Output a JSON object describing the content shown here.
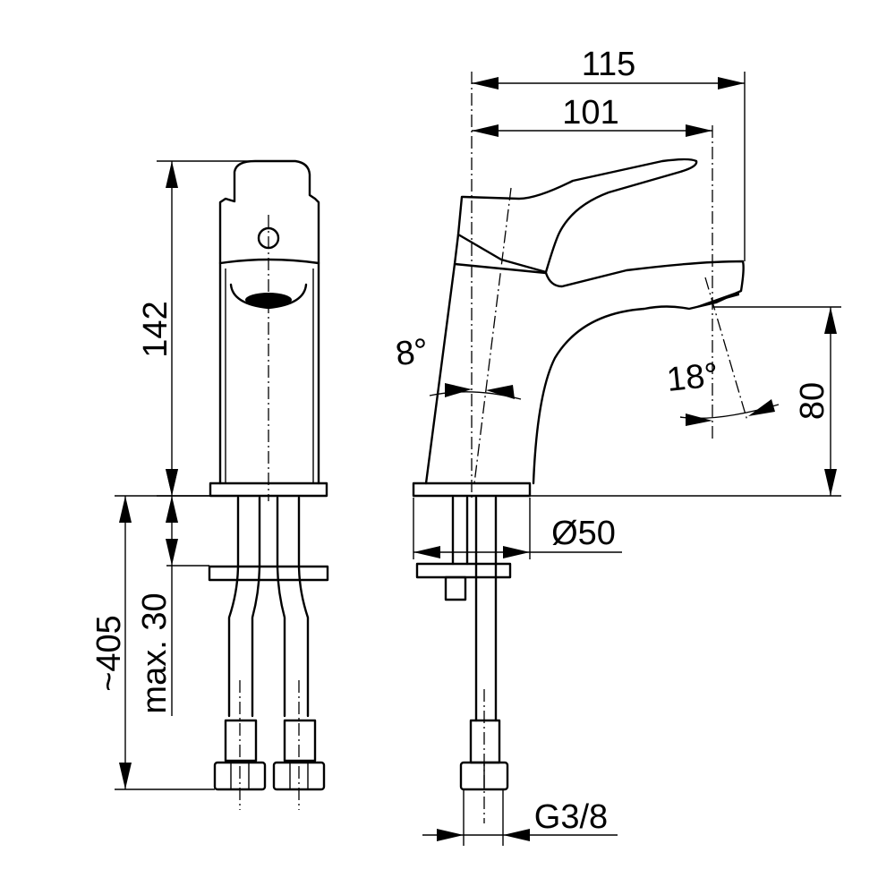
{
  "drawing": {
    "title": "Basin mixer dimensional drawing",
    "views": [
      "front-view",
      "side-view"
    ],
    "dimensions": {
      "overall_depth": "115",
      "spout_reach": "101",
      "height": "142",
      "spout_height": "80",
      "base_diameter": "Ø50",
      "connection_length": "~405",
      "max_countertop_thickness": "max. 30",
      "thread_size": "G3/8",
      "body_tilt_angle": "8°",
      "spout_angle": "18°"
    },
    "colors": {
      "line": "#000000",
      "background": "#ffffff"
    }
  }
}
